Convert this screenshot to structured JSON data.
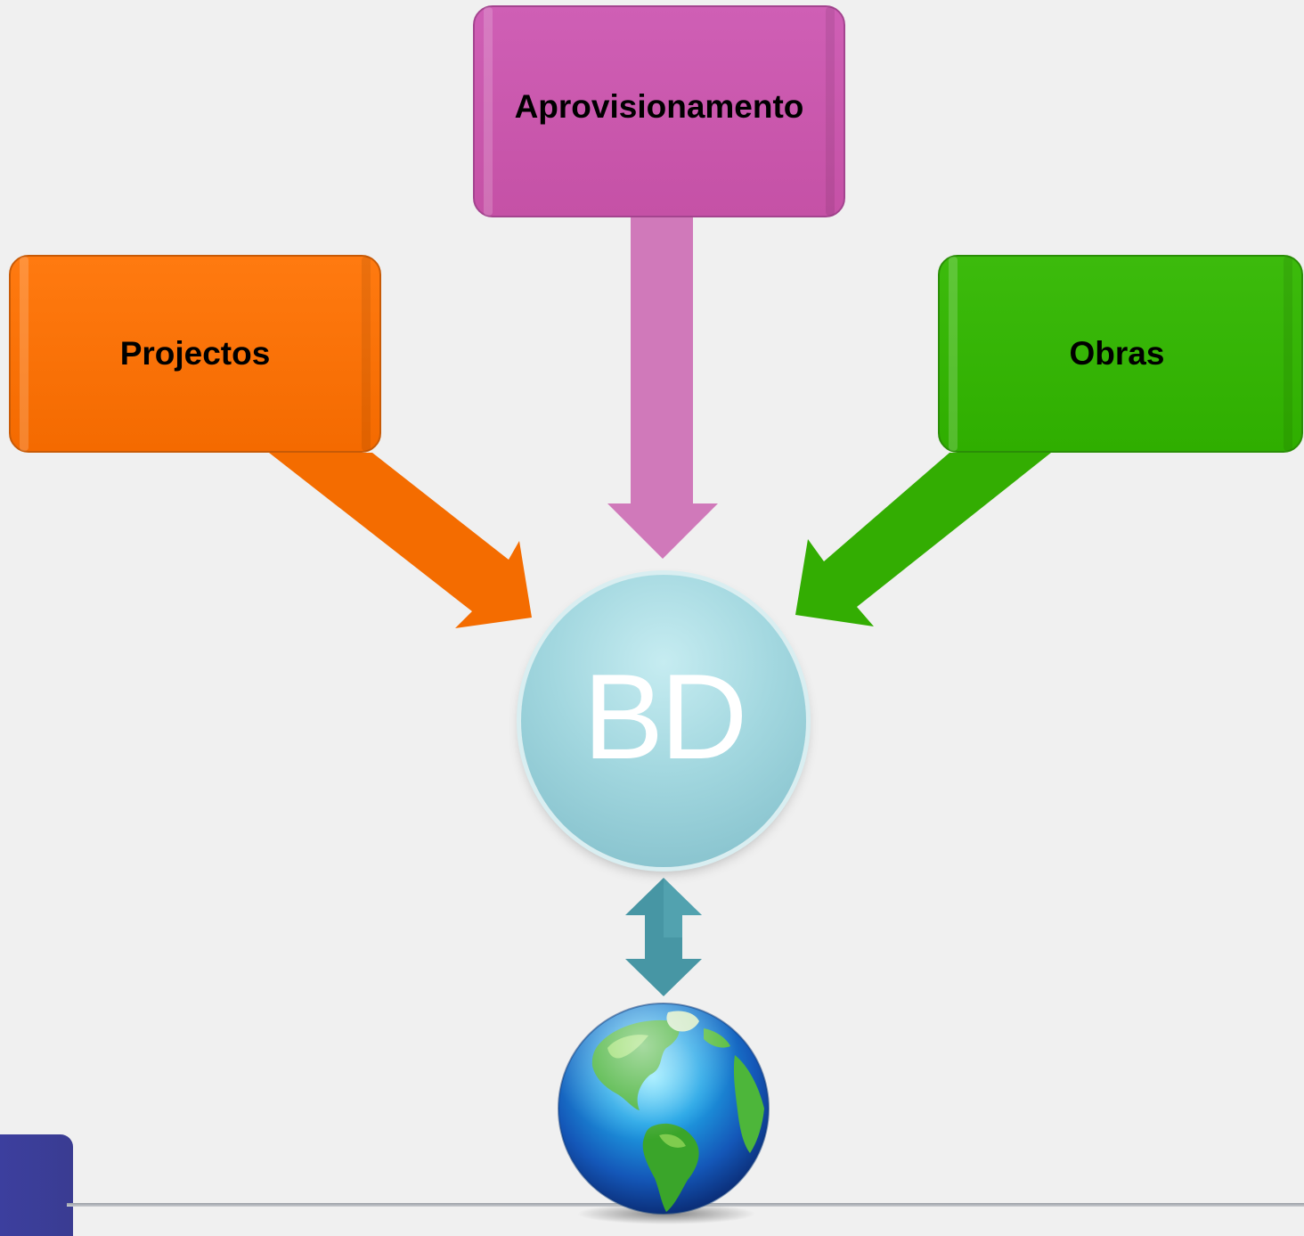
{
  "boxes": {
    "aprovisionamento": "Aprovisionamento",
    "projectos": "Projectos",
    "obras": "Obras"
  },
  "center": {
    "label": "BD"
  },
  "colors": {
    "aprovisionamento": "#c955aa",
    "projectos": "#f56d00",
    "obras": "#31b000",
    "database": "#9fd3dc",
    "connector": "#4a9aa8",
    "corner_block": "#3b3e98"
  },
  "icons": {
    "globe": "globe-icon",
    "connector": "double-headed-arrow-icon"
  }
}
